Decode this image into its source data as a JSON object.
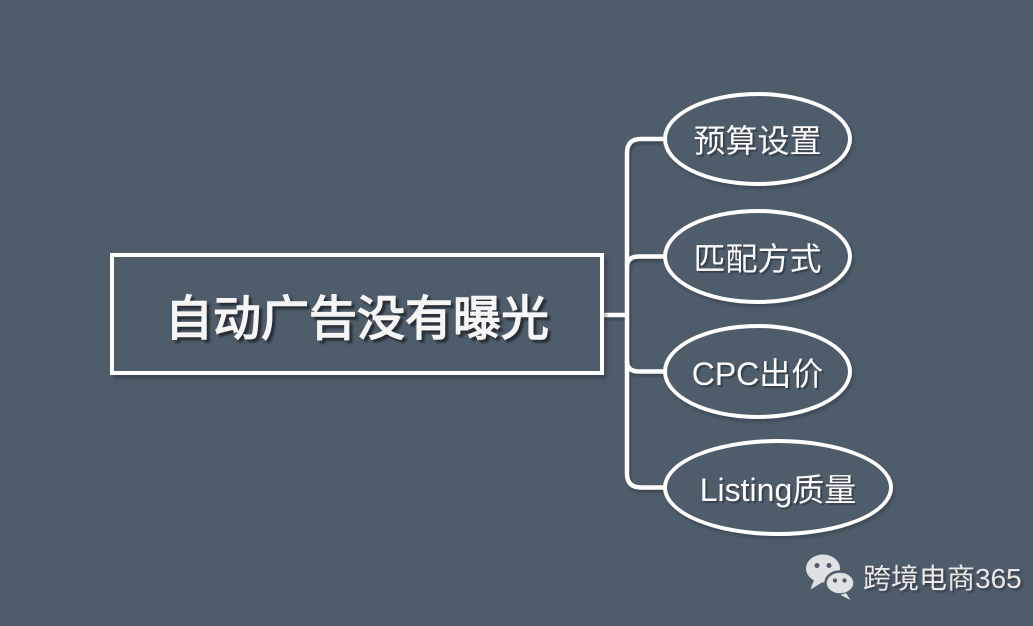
{
  "canvas": {
    "background_color": "#4f5d6b",
    "line_color": "#ffffff"
  },
  "mindmap": {
    "root": {
      "label": "自动广告没有曝光"
    },
    "branches": [
      {
        "label": "预算设置"
      },
      {
        "label": "匹配方式"
      },
      {
        "label": "CPC出价"
      },
      {
        "label": "Listing质量"
      }
    ]
  },
  "footer": {
    "brand": "跨境电商365",
    "icon": "wechat-icon"
  }
}
